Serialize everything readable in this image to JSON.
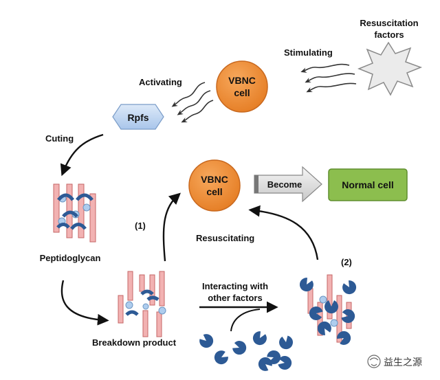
{
  "labels": {
    "resuscitation_factors_1": "Resuscitation",
    "resuscitation_factors_2": "factors",
    "stimulating": "Stimulating",
    "activating": "Activating",
    "vbnc_top_1": "VBNC",
    "vbnc_top_2": "cell",
    "rpfs": "Rpfs",
    "cuting": "Cuting",
    "vbnc_mid_1": "VBNC",
    "vbnc_mid_2": "cell",
    "become": "Become",
    "normal_cell": "Normal cell",
    "step1": "(1)",
    "resuscitating": "Resuscitating",
    "peptidoglycan": "Peptidoglycan",
    "step2": "(2)",
    "interacting_1": "Interacting with",
    "interacting_2": "other factors",
    "breakdown": "Breakdown product",
    "watermark": "益生之源"
  },
  "colors": {
    "vbnc_orange": "#ef8a34",
    "rpfs_blue": "#bcd4f0",
    "normal_green": "#8cbe4e",
    "rod_pink": "#f2b2b2",
    "bead_blue": "#aecdee",
    "fragment_navy": "#2d5a95"
  }
}
